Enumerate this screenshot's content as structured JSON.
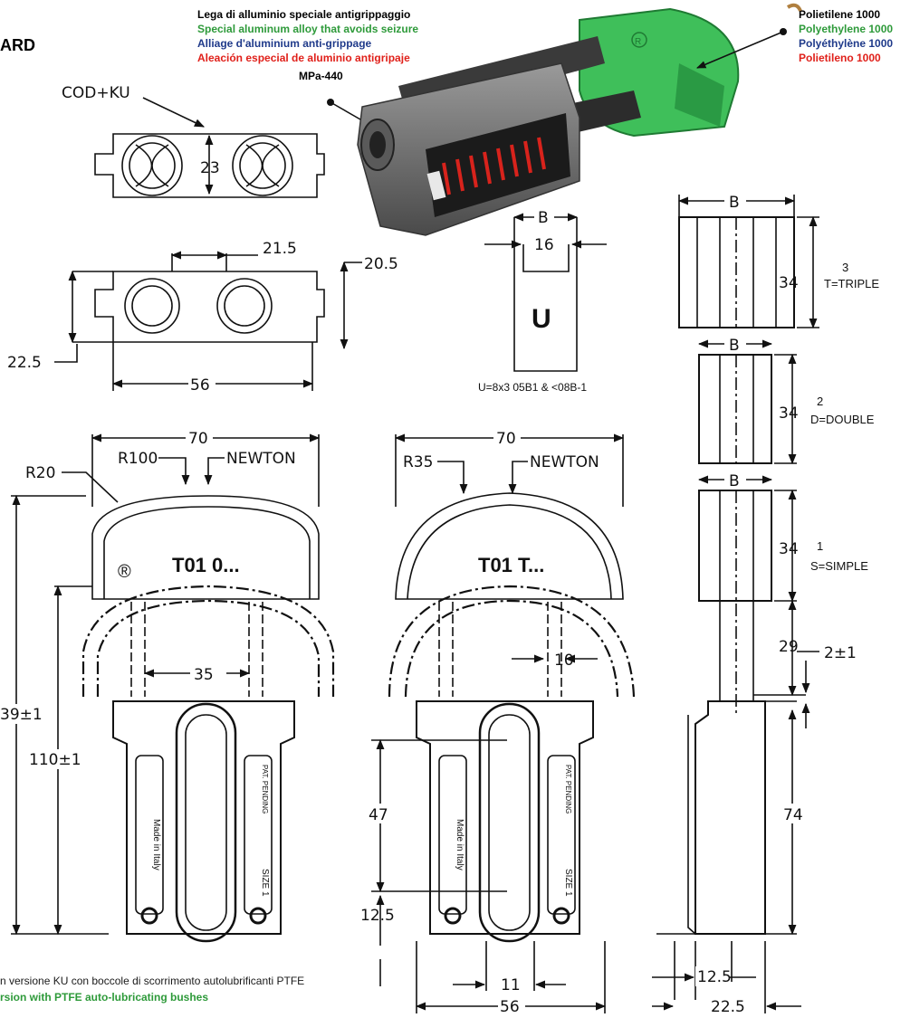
{
  "header": {
    "word_fragment": "ARD",
    "material_label_top": "MPa-440",
    "alloy_lines": [
      {
        "text": "Lega di alluminio speciale antigrippaggio",
        "color": "#1a1a1a"
      },
      {
        "text": "Special aluminum alloy that avoids seizure",
        "color": "#2e9a3a"
      },
      {
        "text": "Alliage d'aluminium anti-grippage",
        "color": "#1f3a8a"
      },
      {
        "text": "Aleación especial de aluminio antigripaje",
        "color": "#e0201a"
      }
    ],
    "poly_lines": [
      {
        "text": "Polietilene 1000",
        "color": "#1a1a1a"
      },
      {
        "text": "Polyethylene 1000",
        "color": "#2e9a3a"
      },
      {
        "text": "Polyéthylène 1000",
        "color": "#1f3a8a"
      },
      {
        "text": "Polietileno 1000",
        "color": "#e0201a"
      }
    ]
  },
  "top_view": {
    "label": "COD+KU",
    "dim_23": "23",
    "dim_21_5": "21.5",
    "dim_20_5": "20.5",
    "dim_22_5": "22.5",
    "dim_56": "56"
  },
  "u_detail": {
    "b": "B",
    "dim_16": "16",
    "letter": "U",
    "caption": "U=8x3 05B1 & <08B-1"
  },
  "left_key": {
    "dim_70": "70",
    "r100": "R100",
    "newton": "NEWTON",
    "r20": "R20",
    "model": "T01 0...",
    "reg": "®",
    "dim_35": "35",
    "dim_139": "39±1",
    "dim_110": "110±1",
    "made_in": "Made in Italy",
    "pat": "PAT. PENDING",
    "size": "SIZE 1"
  },
  "mid_key": {
    "dim_70": "70",
    "r35": "R35",
    "newton": "NEWTON",
    "model": "T01 T...",
    "dim_10": "10",
    "dim_47": "47",
    "dim_12_5": "12.5",
    "dim_11": "11",
    "dim_56": "56",
    "made_in": "Made in Italy",
    "pat": "PAT. PENDING",
    "size": "SIZE 1"
  },
  "side_view": {
    "b": "B",
    "triple": {
      "dim": "34",
      "num": "3",
      "label": "T=TRIPLE"
    },
    "double": {
      "dim": "34",
      "num": "2",
      "label": "D=DOUBLE"
    },
    "simple": {
      "dim": "34",
      "num": "1",
      "label": "S=SIMPLE"
    },
    "dim_29": "29",
    "dim_2": "2±1",
    "dim_74": "74",
    "dim_12_5": "12.5",
    "dim_22_5": "22.5"
  },
  "footer": {
    "line1": "n versione KU con boccole di scorrimento autolubrificanti PTFE",
    "line2": "rsion with PTFE auto-lubricating bushes",
    "line1_color": "#1a1a1a",
    "line2_color": "#2e9a3a"
  },
  "colors": {
    "green": "#3fbf5a",
    "dark_green": "#1f7a33",
    "grey": "#6e6e6e",
    "spring": "#d8231c"
  }
}
